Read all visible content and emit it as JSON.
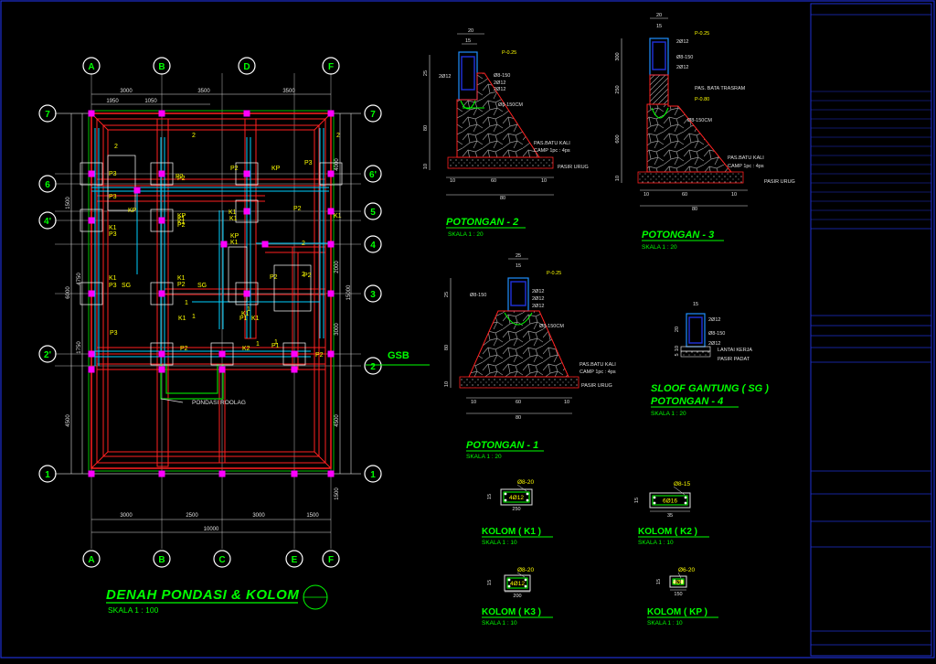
{
  "colors": {
    "background": "#000000",
    "frame": "#1e2fd0",
    "title": "#00ff00",
    "label": "#ffff00",
    "grid": "#ffffff",
    "wall_red": "#ff2020",
    "wall_cyan": "#00d0ff",
    "column_magenta": "#ff00ff",
    "dim_white": "#e0e0e0"
  },
  "plan": {
    "title": "DENAH PONDASI & KOLOM",
    "scale": "SKALA 1 : 100",
    "grid_top": [
      "A",
      "B",
      "D",
      "F"
    ],
    "grid_bottom": [
      "A",
      "B",
      "C",
      "E",
      "F"
    ],
    "grid_left": [
      "7",
      "6",
      "4'",
      "2'",
      "1"
    ],
    "grid_right": [
      "7",
      "6'",
      "5",
      "4",
      "3",
      "2",
      "1"
    ],
    "dims_top_1": [
      "3000",
      "3500",
      "3500"
    ],
    "dims_top_2": [
      "1950",
      "1050"
    ],
    "dims_bottom": [
      "3000",
      "2500",
      "3000",
      "1500"
    ],
    "dim_total": "10000",
    "dims_left": [
      "1500",
      "4750",
      "6000",
      "1750",
      "4500"
    ],
    "dims_right": [
      "4000",
      "2000",
      "15000",
      "3000",
      "4500",
      "1500"
    ],
    "labels": [
      "P3",
      "P3",
      "K1",
      "P3",
      "K1",
      "P3",
      "SG",
      "K1",
      "P2",
      "SG",
      "K1",
      "P2",
      "P1",
      "K2",
      "K1",
      "P1",
      "P2",
      "K1",
      "K1",
      "P2",
      "KP",
      "K1",
      "P2",
      "KP",
      "K1",
      "P2",
      "K1",
      "P2",
      "P2",
      "K1",
      "KP",
      "P3",
      "KP",
      "2",
      "2",
      "2",
      "2",
      "2",
      "1",
      "1",
      "1",
      "1",
      "1",
      "P3",
      "K1",
      "P2",
      "P2"
    ],
    "pondasi_label": "PONDASI ROOLAG",
    "gsb": "GSB"
  },
  "sections": {
    "p2": {
      "title": "POTONGAN - 2",
      "scale": "SKALA 1 : 20",
      "dims_top": [
        "20",
        "15"
      ],
      "callouts": [
        "P-0.25",
        "2Ø12",
        "Ø8-150",
        "2Ø12",
        "2Ø12",
        "Ø8-150CM",
        "PAS.BATU KALI",
        "CAMP 1pc : 4ps",
        "PASIR URUG"
      ],
      "dims_side": [
        "25",
        "80",
        "10"
      ],
      "dims_bottom": [
        "10",
        "60",
        "10",
        "80"
      ]
    },
    "p3": {
      "title": "POTONGAN - 3",
      "scale": "SKALA 1 : 20",
      "dims_top": [
        "20",
        "15"
      ],
      "callouts": [
        "P-0.25",
        "2Ø12",
        "Ø8-150",
        "2Ø12",
        "PAS. BATA TRASRAM",
        "P-0.80",
        "Ø8-150CM",
        "PAS.BATU KALI",
        "CAMP 1pc : 4ps",
        "PASIR URUG"
      ],
      "dims_side": [
        "300",
        "250",
        "600",
        "10"
      ],
      "dims_bottom": [
        "10",
        "60",
        "10",
        "80"
      ]
    },
    "p1": {
      "title": "POTONGAN - 1",
      "scale": "SKALA 1 : 20",
      "dims_top": [
        "25",
        "15"
      ],
      "callouts": [
        "P-0.25",
        "Ø8-150",
        "2Ø12",
        "2Ø12",
        "2Ø12",
        "Ø8-150CM",
        "PAS.BATU KALI",
        "CAMP 1pc : 4ps",
        "PASIR URUG"
      ],
      "dims_side": [
        "25",
        "80",
        "10"
      ],
      "dims_bottom": [
        "10",
        "60",
        "10",
        "80"
      ]
    },
    "p4": {
      "title_1": "SLOOF GANTUNG ( SG )",
      "title_2": "POTONGAN - 4",
      "scale": "SKALA 1 : 20",
      "dims_top": [
        "15"
      ],
      "callouts": [
        "2Ø12",
        "Ø8-150",
        "2Ø12",
        "LANTAI KERJA",
        "PASIR PADAT"
      ],
      "dims_side": [
        "20",
        "10",
        "5"
      ]
    }
  },
  "columns": [
    {
      "title": "KOLOM ( K1 )",
      "scale": "SKALA 1 : 10",
      "stirrup": "Ø8-20",
      "bars": "4Ø12",
      "width": "250",
      "height": "15"
    },
    {
      "title": "KOLOM ( K2 )",
      "scale": "SKALA 1 : 10",
      "stirrup": "Ø8-15",
      "bars": "6Ø16",
      "width": "35",
      "height": "15"
    },
    {
      "title": "KOLOM ( K3 )",
      "scale": "SKALA 1 : 10",
      "stirrup": "Ø8-20",
      "bars": "4Ø12",
      "width": "200",
      "height": "15"
    },
    {
      "title": "KOLOM ( KP )",
      "scale": "SKALA 1 : 10",
      "stirrup": "Ø6-20",
      "bars": "4Ø8",
      "width": "150",
      "height": "15"
    }
  ]
}
